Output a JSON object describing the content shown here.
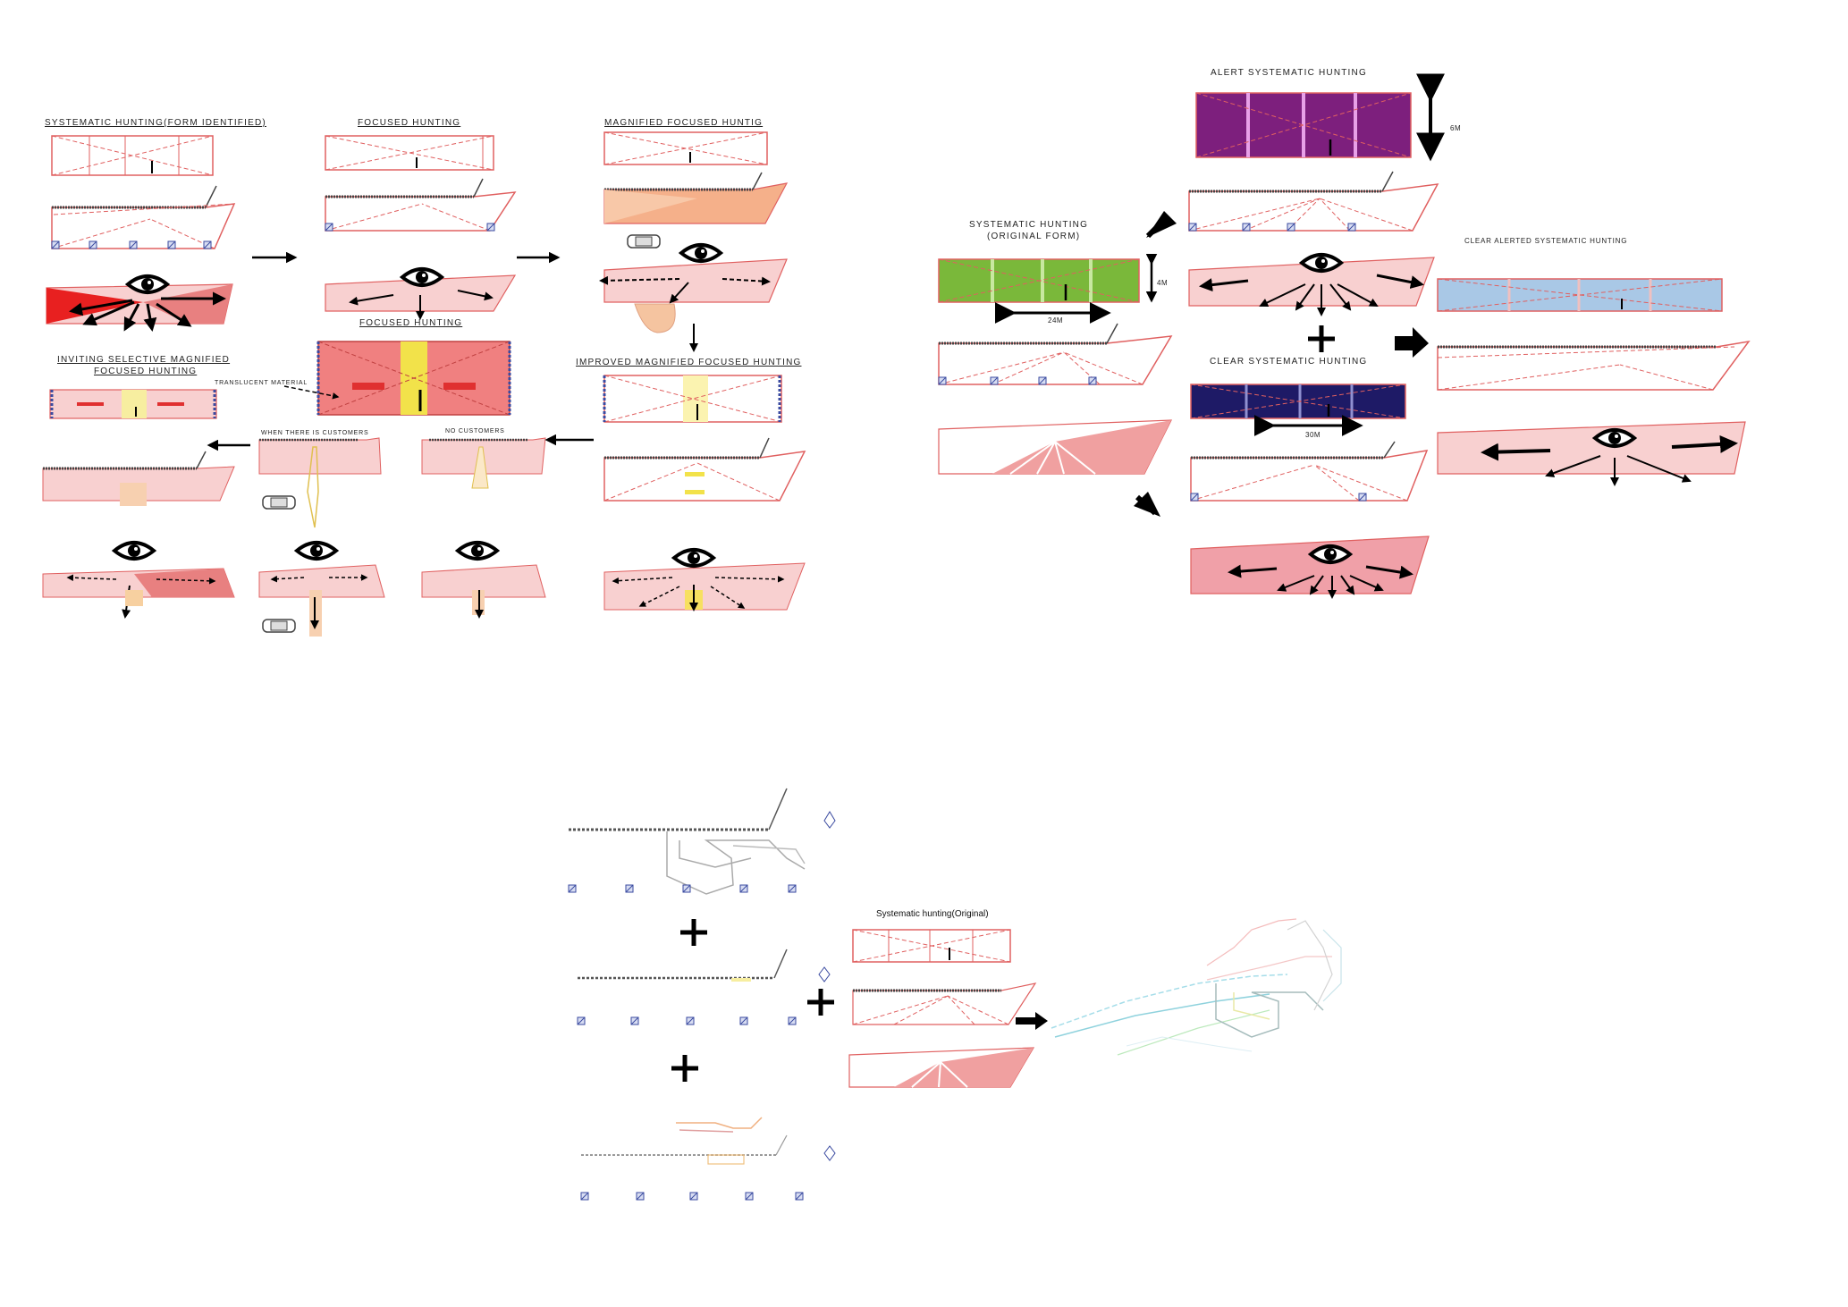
{
  "left_panel": {
    "labels": {
      "systematic_form_identified": "SYSTEMATIC HUNTING(FORM IDENTIFIED)",
      "focused_hunting": "FOCUSED HUNTING",
      "magnified_focused": "MAGNIFIED FOCUSED HUNTIG",
      "focused_hunting_2": "FOCUSED HUNTING",
      "inviting_line1": "INVITING SELECTIVE MAGNIFIED",
      "inviting_line2": "FOCUSED HUNTING",
      "translucent": "TRANSLUCENT MATERIAL",
      "improved": "IMPROVED MAGNIFIED FOCUSED HUNTING",
      "when_customers": "WHEN THERE IS CUSTOMERS",
      "no_customers": "NO CUSTOMERS"
    }
  },
  "right_panel": {
    "labels": {
      "alert": "ALERT SYSTEMATIC HUNTING",
      "original_line1": "SYSTEMATIC HUNTING",
      "original_line2": "(ORIGINAL FORM)",
      "clear_alerted": "CLEAR ALERTED SYSTEMATIC HUNTING",
      "clear": "CLEAR SYSTEMATIC HUNTING"
    },
    "dimensions": {
      "six_m": "6M",
      "four_m": "4M",
      "twenty_four_m": "24M",
      "thirty_m": "30M"
    }
  },
  "bottom_panel": {
    "caption": "Systematic hunting(Original)"
  },
  "colors": {
    "red_line": "#e06060",
    "pink_fill": "#f8d0d0",
    "purple": "#7d1f7d",
    "green": "#7ab83a",
    "light_blue": "#a9c8e6",
    "navy": "#1e1a66",
    "yellow": "#f2e24a",
    "peach": "#f5b08a",
    "bright_red": "#e82020"
  }
}
